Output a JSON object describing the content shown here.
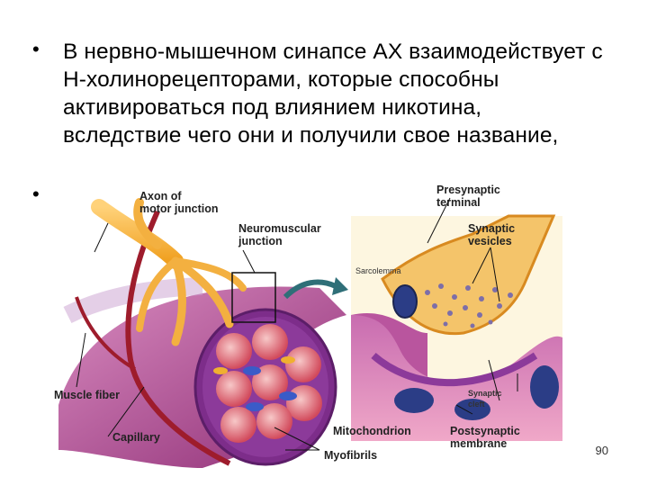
{
  "slide": {
    "bullets": [
      {
        "text": "В нервно-мышечном синапсе АХ взаимодействует с Н-холинорецепторами, которые способны активироваться под влиянием никотина, вследствие чего они и получили свое название,"
      },
      {
        "text": ""
      }
    ],
    "page_number": "90"
  },
  "figure": {
    "labels": {
      "axon_line1": "Axon of",
      "axon_line2": "motor junction",
      "nmj_line1": "Neuromuscular",
      "nmj_line2": "junction",
      "muscle_fiber": "Muscle fiber",
      "capillary": "Capillary",
      "myofibrils": "Myofibrils",
      "presynaptic_line1": "Presynaptic",
      "presynaptic_line2": "terminal",
      "vesicles_line1": "Synaptic",
      "vesicles_line2": "vesicles",
      "sarcolemma": "Sarcolemma",
      "cleft_line1": "Synaptic",
      "cleft_line2": "cleft",
      "mitochondrion": "Mitochondrion",
      "postsyn_line1": "Postsynaptic",
      "postsyn_line2": "membrane"
    }
  }
}
